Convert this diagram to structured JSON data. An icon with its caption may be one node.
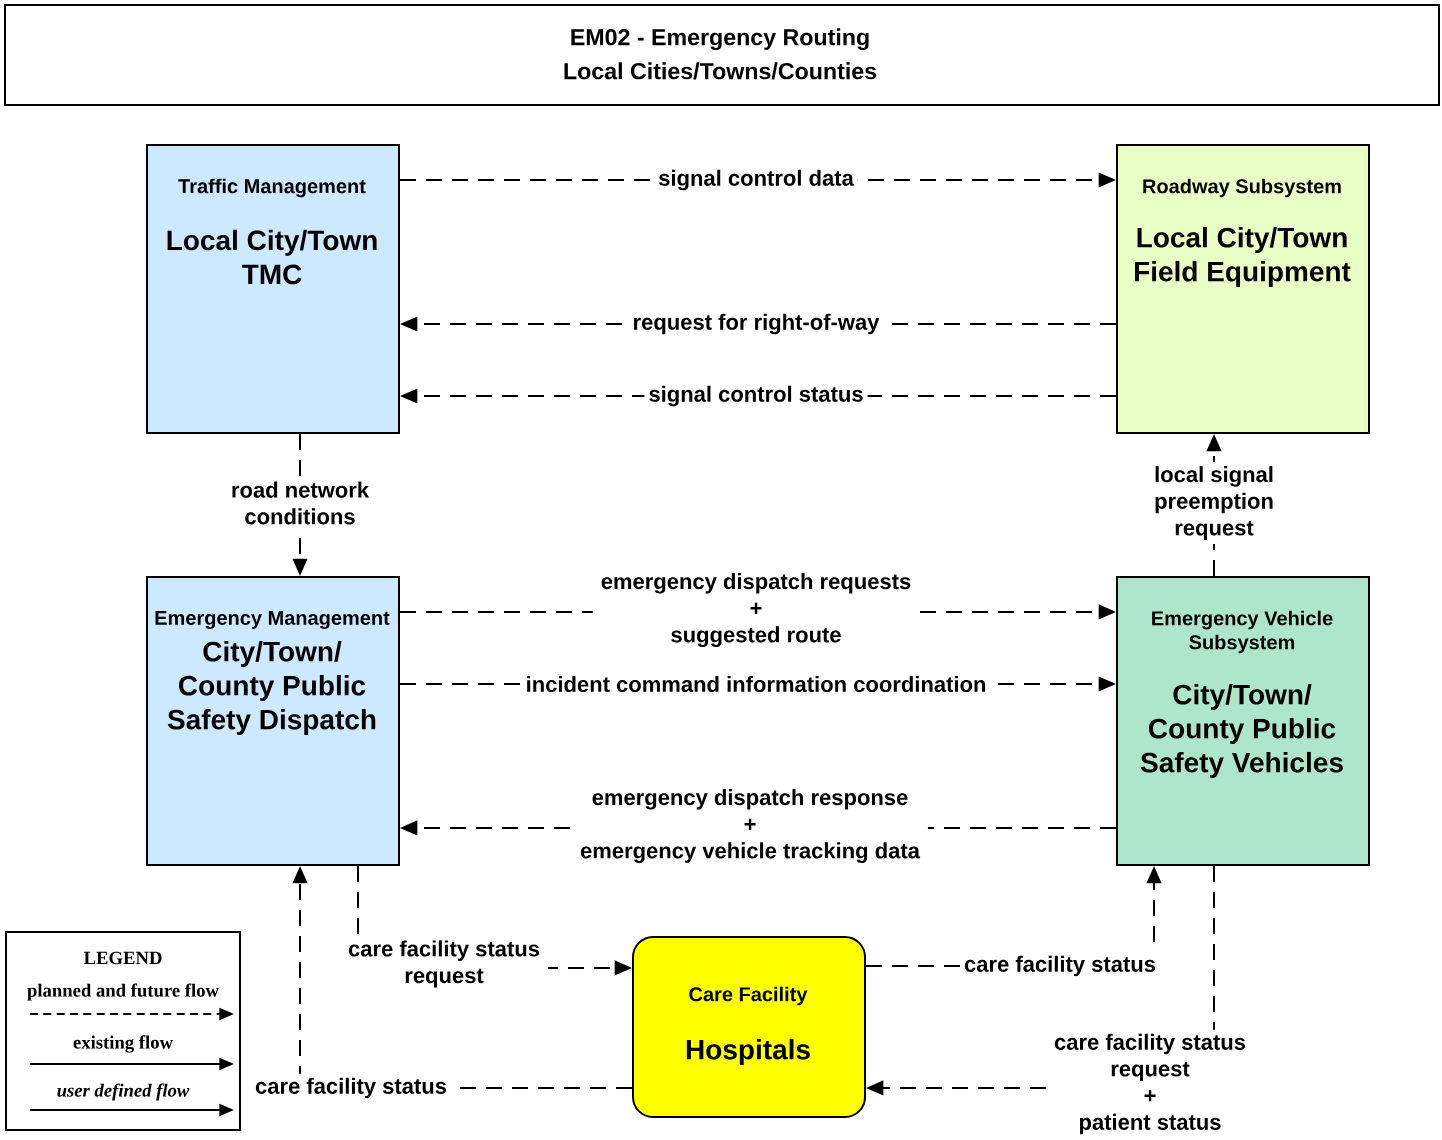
{
  "diagram": {
    "title": "EM02 - Emergency Routing Local Cities/Towns/Counties",
    "nodes": [
      {
        "text": [
          "Traffic Management",
          "Local City/Town TMC"
        ]
      },
      {
        "text": [
          "Roadway Subsystem",
          "Local City/Town Field Equipment"
        ]
      },
      {
        "text": [
          "Emergency Management",
          "City/Town/ County Public Safety Dispatch"
        ]
      },
      {
        "text": [
          "Emergency Vehicle Subsystem",
          "City/Town/ County Public Safety Vehicles"
        ]
      },
      {
        "text": [
          "Care Facility",
          "Hospitals"
        ]
      }
    ],
    "edges": [
      {
        "from": 0,
        "to": 1,
        "arrow": "to",
        "label": "signal control data",
        "style": "dashed"
      },
      {
        "from": 1,
        "to": 0,
        "arrow": "to",
        "label": "request for right-of-way",
        "style": "dashed"
      },
      {
        "from": 1,
        "to": 0,
        "arrow": "to",
        "label": "signal control status",
        "style": "dashed"
      },
      {
        "from": 0,
        "to": 2,
        "arrow": "to",
        "label": "road network conditions",
        "style": "dashed"
      },
      {
        "from": 2,
        "to": 3,
        "arrow": "to",
        "label": "emergency dispatch requests + suggested route",
        "style": "dashed"
      },
      {
        "from": 2,
        "to": 3,
        "arrow": "to",
        "label": "incident command information coordination",
        "style": "dashed"
      },
      {
        "from": 3,
        "to": 2,
        "arrow": "to",
        "label": "emergency dispatch response + emergency vehicle tracking data",
        "style": "dashed"
      },
      {
        "from": 3,
        "to": 1,
        "arrow": "to",
        "label": "local signal preemption request",
        "style": "dashed"
      },
      {
        "from": 2,
        "to": 4,
        "arrow": "to",
        "label": "care facility status request",
        "style": "dashed"
      },
      {
        "from": 4,
        "to": 2,
        "arrow": "to",
        "label": "care facility status",
        "style": "dashed"
      },
      {
        "from": 4,
        "to": 3,
        "arrow": "to",
        "label": "care facility status",
        "style": "dashed"
      },
      {
        "from": 3,
        "to": 4,
        "arrow": "to",
        "label": "care facility status request + patient status",
        "style": "dashed"
      }
    ],
    "labels": [
      "LEGEND"
    ],
    "legend": [
      {
        "text": "planned and future flow"
      },
      {
        "text": "existing flow"
      },
      {
        "text": "user defined flow"
      }
    ]
  }
}
